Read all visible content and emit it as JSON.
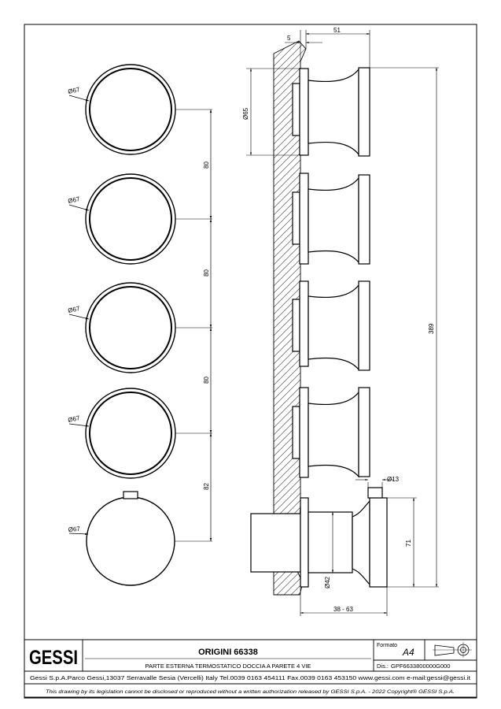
{
  "dimensions": {
    "d67": [
      "Ø67",
      "Ø67",
      "Ø67",
      "Ø67",
      "Ø67"
    ],
    "spacing": [
      "80",
      "80",
      "80",
      "82"
    ],
    "wall_offset": "5",
    "depth": "51",
    "d65": "Ø65",
    "total_height": "389",
    "d13": "Ø13",
    "height_71": "71",
    "d42": "Ø42",
    "range": "38 - 63"
  },
  "title_block": {
    "logo": "GESSI",
    "title": "ORIGINI 66338",
    "subtitle": "PARTE ESTERNA TERMOSTATICO DOCCIA A PARETE 4 VIE",
    "formato_label": "Formato",
    "formato_value": "A4",
    "dis_label": "Dis.:",
    "dis_value": "GPF6633800000G000",
    "company": "Gessi S.p.A.Parco Gessi,13037 Serravalle Sesia (Vercelli) Italy Tel.0039 0163 454111 Fax.0039 0163 453150 www.gessi.com e-mail:gessi@gessi.it",
    "disclaimer": "This drawing by its legislation cannot be disclosed or reproduced without a written authorization released by GESSI S.p.A. - 2022 Copyright® GESSI S.p.A."
  }
}
